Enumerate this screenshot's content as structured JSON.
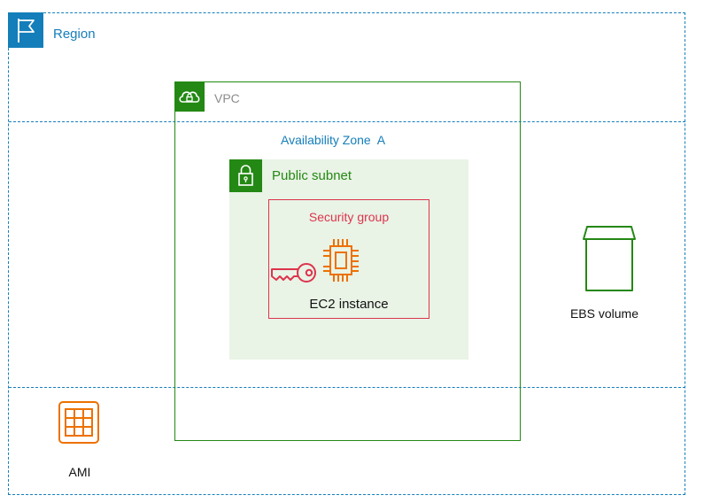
{
  "region": {
    "label": "Region"
  },
  "availability_zone": {
    "label": "Availability Zone  A"
  },
  "vpc": {
    "label": "VPC"
  },
  "subnet": {
    "label": "Public subnet"
  },
  "security_group": {
    "label": "Security group"
  },
  "ec2": {
    "label": "EC2 instance"
  },
  "ebs": {
    "label": "EBS volume"
  },
  "ami": {
    "label": "AMI"
  },
  "colors": {
    "region": "#147EBA",
    "vpc": "#248814",
    "subnet_fill": "#E9F3E6",
    "security_group": "#DD344C",
    "compute": "#ED7100"
  },
  "icons": {
    "region": "flag-icon",
    "vpc": "cloud-lock-icon",
    "subnet": "padlock-icon",
    "ec2": "chip-icon",
    "key": "key-icon",
    "ebs": "box-icon",
    "ami": "grid-icon"
  }
}
